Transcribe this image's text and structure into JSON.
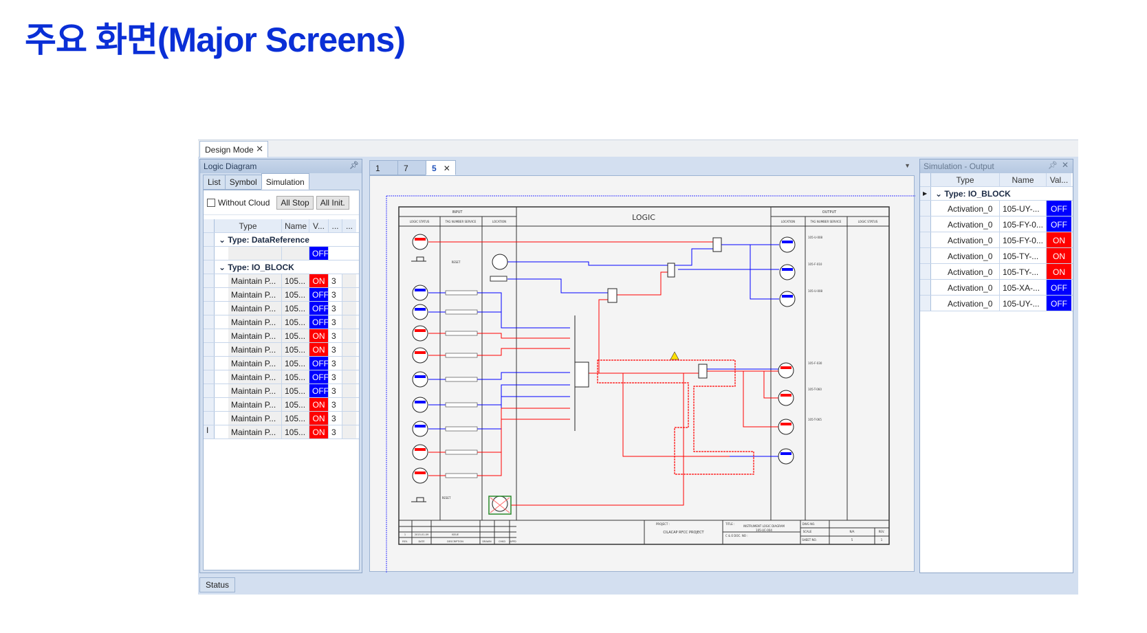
{
  "heading": "주요 화면(Major Screens)",
  "doc_tab": {
    "label": "Design Mode"
  },
  "left_panel": {
    "title": "Logic Diagram",
    "tabs": [
      "List",
      "Symbol",
      "Simulation"
    ],
    "without_cloud": "Without Cloud",
    "all_stop": "All Stop",
    "all_init": "All Init.",
    "columns": [
      "Type",
      "Name",
      "V...",
      "...",
      "..."
    ],
    "group1": "Type: DataReference",
    "group1_value": "OFF",
    "group2": "Type: IO_BLOCK",
    "rows": [
      {
        "type": "Maintain P...",
        "name": "105...",
        "value": "ON",
        "n": "3"
      },
      {
        "type": "Maintain P...",
        "name": "105...",
        "value": "OFF",
        "n": "3"
      },
      {
        "type": "Maintain P...",
        "name": "105...",
        "value": "OFF",
        "n": "3"
      },
      {
        "type": "Maintain P...",
        "name": "105...",
        "value": "OFF",
        "n": "3"
      },
      {
        "type": "Maintain P...",
        "name": "105...",
        "value": "ON",
        "n": "3"
      },
      {
        "type": "Maintain P...",
        "name": "105...",
        "value": "ON",
        "n": "3"
      },
      {
        "type": "Maintain P...",
        "name": "105...",
        "value": "OFF",
        "n": "3"
      },
      {
        "type": "Maintain P...",
        "name": "105...",
        "value": "OFF",
        "n": "3"
      },
      {
        "type": "Maintain P...",
        "name": "105...",
        "value": "OFF",
        "n": "3"
      },
      {
        "type": "Maintain P...",
        "name": "105...",
        "value": "ON",
        "n": "3"
      },
      {
        "type": "Maintain P...",
        "name": "105...",
        "value": "ON",
        "n": "3"
      },
      {
        "type": "Maintain P...",
        "name": "105...",
        "value": "ON",
        "n": "3"
      }
    ]
  },
  "center": {
    "tabs": [
      "1",
      "7",
      "5"
    ],
    "active_tab": "5",
    "diagram": {
      "input": "INPUT",
      "logic": "LOGIC",
      "output": "OUTPUT",
      "col_logic_status": "LOGIC STATUS",
      "col_tag": "TAG NUMBER SERVICE",
      "col_location": "LOCATION",
      "reset": "RESET",
      "project_label": "PROJECT :",
      "project": "CILACAP RFCC PROJECT",
      "title_label": "TITLE :",
      "title": "INSTRUMENT LOGIC DIAGRAM",
      "title_no": "105-UC-004",
      "dwg_label": "DWG NO.",
      "scale_label": "SCALE",
      "scale": "N/A",
      "sheet_label": "SHEET NO.",
      "sheet": "5",
      "rev_label": "REV.",
      "rev": "1",
      "ce_label": "C & E DOC. NO :",
      "rev_row": [
        "1",
        "2015-01-09",
        "ISSUE",
        "",
        "",
        ""
      ],
      "rev_hdr": [
        "REV.",
        "DATE",
        "DESCRIPTION",
        "DRAWN",
        "CHKD",
        "APPD"
      ],
      "out_tags": [
        "105-U-008",
        "105-F-010",
        "105-U-008",
        "105-F-030",
        "105-T-060",
        "105-T-065"
      ]
    }
  },
  "right_panel": {
    "title": "Simulation - Output",
    "columns": [
      "Type",
      "Name",
      "Val..."
    ],
    "group": "Type: IO_BLOCK",
    "rows": [
      {
        "type": "Activation_0",
        "name": "105-UY-...",
        "value": "OFF"
      },
      {
        "type": "Activation_0",
        "name": "105-FY-0...",
        "value": "OFF"
      },
      {
        "type": "Activation_0",
        "name": "105-FY-0...",
        "value": "ON"
      },
      {
        "type": "Activation_0",
        "name": "105-TY-...",
        "value": "ON"
      },
      {
        "type": "Activation_0",
        "name": "105-TY-...",
        "value": "ON"
      },
      {
        "type": "Activation_0",
        "name": "105-XA-...",
        "value": "OFF"
      },
      {
        "type": "Activation_0",
        "name": "105-UY-...",
        "value": "OFF"
      }
    ]
  },
  "status_tab": "Status",
  "colors": {
    "on": "#ff0000",
    "off": "#0000ff",
    "heading": "#0a2fd6"
  }
}
